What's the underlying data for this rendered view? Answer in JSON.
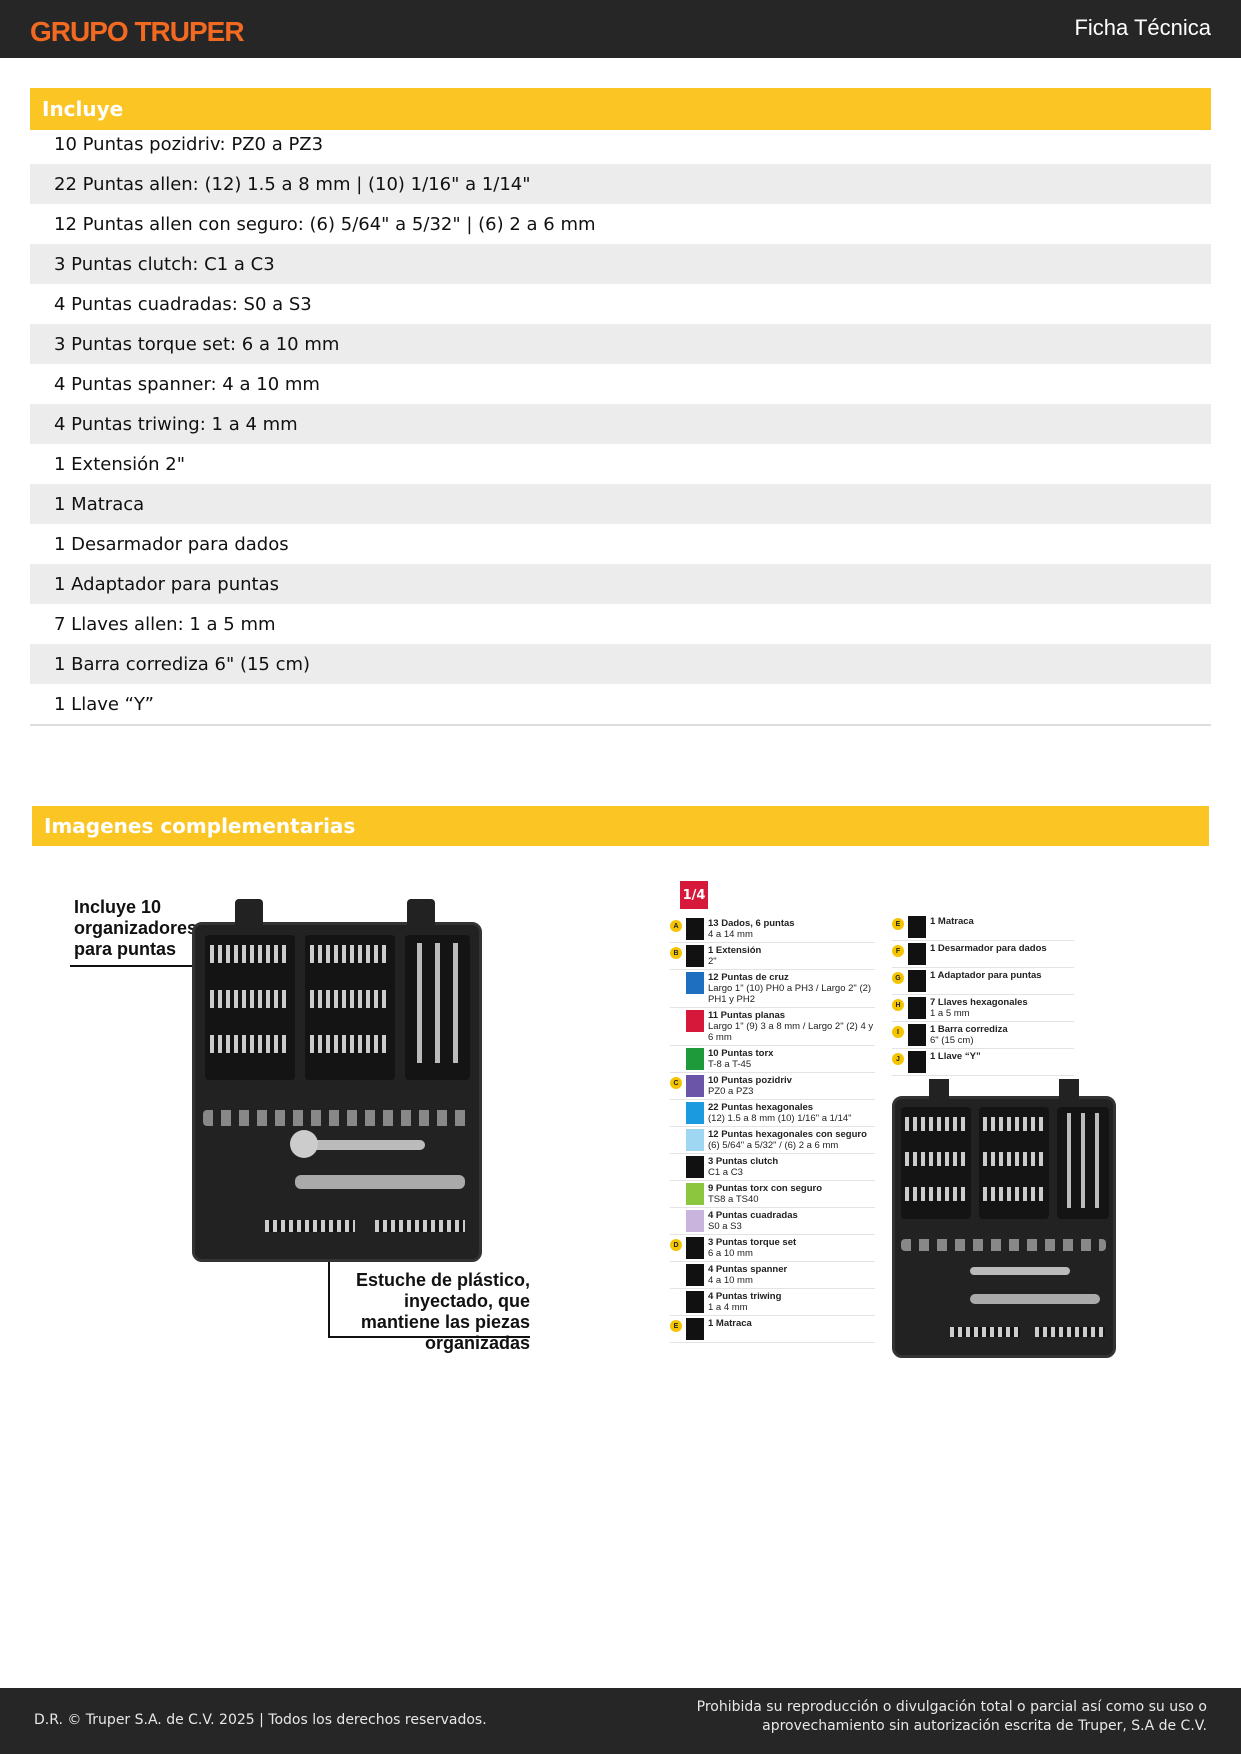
{
  "header": {
    "logo": "GRUPO TRUPER",
    "doc_type": "Ficha Técnica"
  },
  "includes": {
    "title": "Incluye",
    "items": [
      "10 Puntas pozidriv: PZ0 a PZ3",
      "22 Puntas allen: (12) 1.5 a 8 mm | (10) 1/16\" a 1/14\"",
      "12 Puntas allen con seguro: (6) 5/64\" a 5/32\" | (6) 2 a 6 mm",
      "3 Puntas clutch: C1 a C3",
      "4 Puntas cuadradas: S0 a S3",
      "3 Puntas torque set: 6 a 10 mm",
      "4 Puntas spanner: 4 a 10 mm",
      "4 Puntas triwing: 1 a 4 mm",
      "1 Extensión 2\"",
      "1 Matraca",
      "1 Desarmador para dados",
      "1 Adaptador para puntas",
      "7 Llaves allen: 1 a 5 mm",
      "1 Barra corrediza 6\" (15 cm)",
      "1 Llave “Y”"
    ]
  },
  "images": {
    "title": "Imagenes complementarias",
    "left": {
      "callout_top": "Incluye 10 organizadores para puntas",
      "callout_bottom": "Estuche de plástico, inyectado, que mantiene las piezas organizadas"
    },
    "right": {
      "size_badge": "1/4",
      "col1": [
        {
          "badge": "A",
          "title": "13 Dados, 6 puntas",
          "detail": "4 a 14 mm",
          "color": "#111111"
        },
        {
          "badge": "B",
          "title": "1 Extensión",
          "detail": "2\"",
          "color": "#111111"
        },
        {
          "badge": "",
          "title": "12 Puntas de cruz",
          "detail": "Largo 1\" (10) PH0 a PH3 / Largo 2\" (2) PH1 y PH2",
          "color": "#1f6fc0"
        },
        {
          "badge": "",
          "title": "11 Puntas planas",
          "detail": "Largo 1\" (9) 3 a 8 mm / Largo 2\" (2) 4 y 6 mm",
          "color": "#d6193a"
        },
        {
          "badge": "",
          "title": "10 Puntas torx",
          "detail": "T-8 a T-45",
          "color": "#1f9a3a"
        },
        {
          "badge": "C",
          "title": "10 Puntas pozidriv",
          "detail": "PZ0 a PZ3",
          "color": "#6a55a8"
        },
        {
          "badge": "",
          "title": "22 Puntas hexagonales",
          "detail": "(12) 1.5 a 8 mm (10) 1/16\" a 1/14\"",
          "color": "#1c9ae0"
        },
        {
          "badge": "",
          "title": "12 Puntas hexagonales con seguro",
          "detail": "(6) 5/64\" a 5/32\" / (6) 2 a 6 mm",
          "color": "#9fd6f2"
        },
        {
          "badge": "",
          "title": "3 Puntas clutch",
          "detail": "C1 a C3",
          "color": "#111111"
        },
        {
          "badge": "",
          "title": "9 Puntas torx con seguro",
          "detail": "TS8 a TS40",
          "color": "#8cc63f"
        },
        {
          "badge": "",
          "title": "4 Puntas cuadradas",
          "detail": "S0 a S3",
          "color": "#c8b4dc"
        },
        {
          "badge": "D",
          "title": "3 Puntas torque set",
          "detail": "6 a 10 mm",
          "color": "#111111"
        },
        {
          "badge": "",
          "title": "4 Puntas spanner",
          "detail": "4 a 10 mm",
          "color": "#111111"
        },
        {
          "badge": "",
          "title": "4 Puntas triwing",
          "detail": "1 a 4 mm",
          "color": "#111111"
        },
        {
          "badge": "E",
          "title": "1 Matraca",
          "detail": "",
          "color": "#111111"
        }
      ],
      "col2": [
        {
          "badge": "E",
          "title": "1 Matraca",
          "detail": ""
        },
        {
          "badge": "F",
          "title": "1 Desarmador para dados",
          "detail": ""
        },
        {
          "badge": "G",
          "title": "1 Adaptador para puntas",
          "detail": ""
        },
        {
          "badge": "H",
          "title": "7 Llaves hexagonales",
          "detail": "1 a 5 mm"
        },
        {
          "badge": "I",
          "title": "1 Barra corrediza",
          "detail": "6\" (15 cm)"
        },
        {
          "badge": "J",
          "title": "1 Llave “Y”",
          "detail": ""
        }
      ]
    }
  },
  "footer": {
    "left": "D.R. © Truper S.A. de C.V. 2025 | Todos los derechos reservados.",
    "right_line1": "Prohibida su reproducción o divulgación total o parcial así como su uso o",
    "right_line2": "aprovechamiento sin autorización escrita de Truper, S.A de C.V."
  },
  "colors": {
    "header_bg": "#262626",
    "logo": "#f26a21",
    "band": "#fbc523",
    "row_alt": "#ececec",
    "size_badge": "#d6193a"
  }
}
